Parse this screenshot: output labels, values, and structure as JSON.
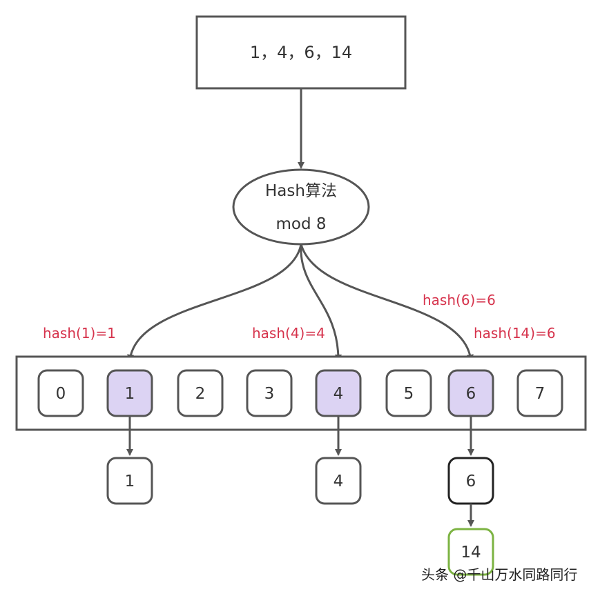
{
  "input": {
    "text": "1，4，6，14"
  },
  "hash_node": {
    "line1": "Hash算法",
    "line2": "mod 8"
  },
  "edge_labels": {
    "h1": "hash(1)=1",
    "h4": "hash(4)=4",
    "h6": "hash(6)=6",
    "h14": "hash(14)=6"
  },
  "buckets": [
    "0",
    "1",
    "2",
    "3",
    "4",
    "5",
    "6",
    "7"
  ],
  "chains": {
    "b1": "1",
    "b4": "4",
    "b6": "6",
    "b6_next": "14"
  },
  "watermark": "头条 @千山万水同路同行",
  "colors": {
    "stroke": "#555555",
    "highlight_fill": "#dcd3f3",
    "label_red": "#d6334c",
    "chain_dark": "#222222",
    "chain_green": "#7cb342"
  }
}
